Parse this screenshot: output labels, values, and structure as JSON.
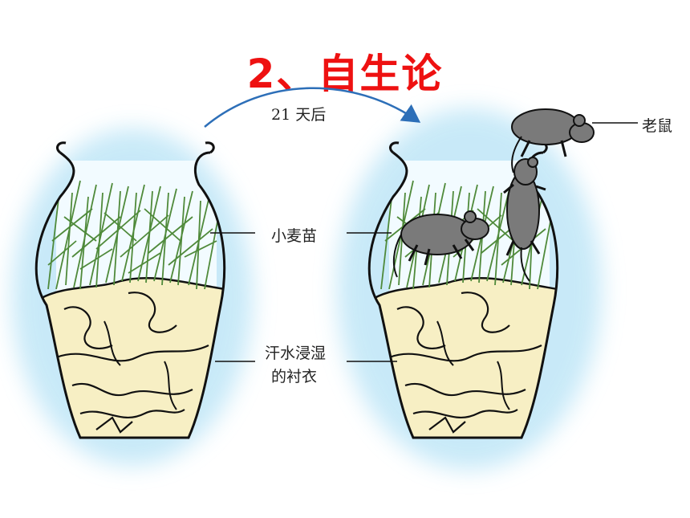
{
  "title": "2、自生论",
  "arrow_label": "21 天后",
  "labels": {
    "mouse": "老鼠",
    "wheat": "小麦苗",
    "shirt_line1": "汗水浸湿",
    "shirt_line2": "的衬衣"
  },
  "colors": {
    "title": "#ee1111",
    "arrow": "#2d6fb8",
    "glow": "#bfe6f7",
    "grass": "#4f8a3a",
    "shirt": "#f7efc4",
    "mouse": "#7a7a7a"
  }
}
